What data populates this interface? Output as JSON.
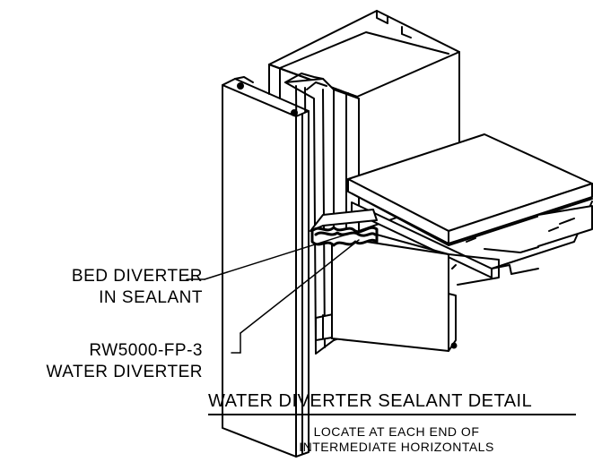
{
  "callouts": {
    "bed_diverter_line1": "BED DIVERTER",
    "bed_diverter_line2": "IN SEALANT",
    "part_number": "RW5000-FP-3",
    "water_diverter": "WATER DIVERTER"
  },
  "title": "WATER DIVERTER SEALANT DETAIL",
  "note": {
    "line1": "LOCATE AT EACH END OF",
    "line2": "INTERMEDIATE HORIZONTALS"
  },
  "colors": {
    "line": "#000000",
    "background": "#ffffff"
  }
}
